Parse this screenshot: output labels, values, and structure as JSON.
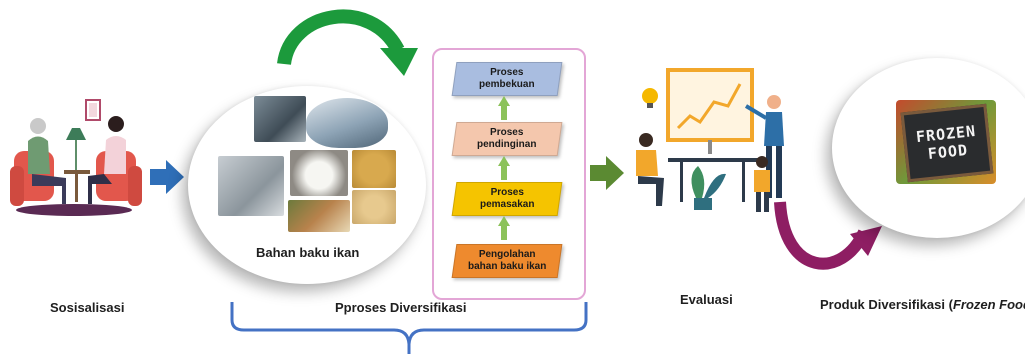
{
  "stages": {
    "sosialisasi": "Sosisalisasi",
    "diversifikasi": "Pproses Diversifikasi",
    "evaluasi": "Evaluasi",
    "produk_prefix": "Produk Diversifikasi (",
    "produk_italic": "Frozen Food",
    "produk_suffix": ")"
  },
  "bahan_label": "Bahan baku ikan",
  "steps": [
    {
      "label": "Proses\npembekuan",
      "color": "#a9bde0"
    },
    {
      "label": "Proses\npendinginan",
      "color": "#f4c7ad"
    },
    {
      "label": "Proses\npemasakan",
      "color": "#f5c400"
    },
    {
      "label": "Pengolahan\nbahan baku ikan",
      "color": "#ee8a2e"
    }
  ],
  "frozen_sign": {
    "line1": "FROZEN",
    "line2": "FOOD"
  },
  "colors": {
    "blue_arrow": "#2f6fb8",
    "green_arrow": "#5b8a32",
    "curve_green": "#1c9a3c",
    "curve_magenta": "#8e1e63",
    "brace": "#4472c4",
    "panel_border": "#e3a6d6"
  },
  "icons": [
    "people-meeting-icon",
    "fish-photos-icon",
    "team-presentation-icon",
    "frozen-food-sign-icon"
  ]
}
